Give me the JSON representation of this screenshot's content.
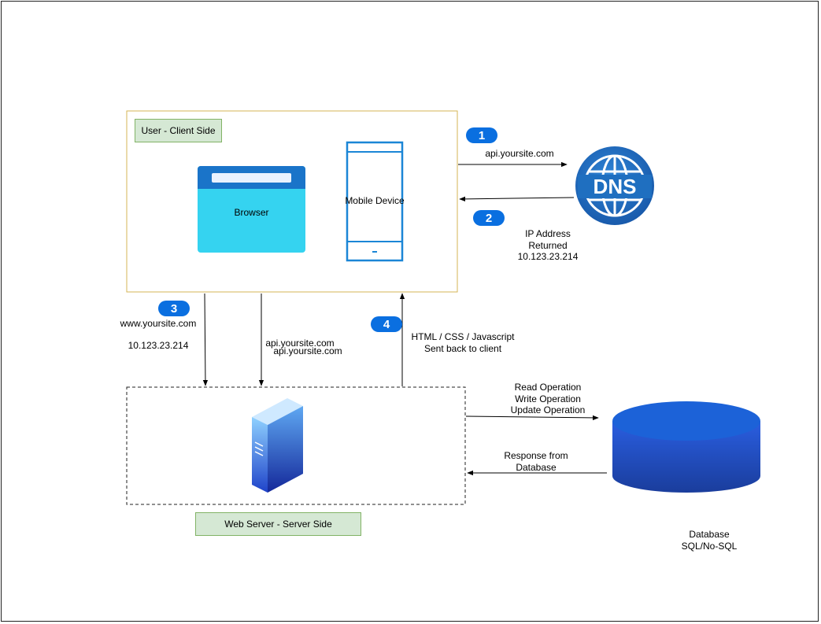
{
  "client": {
    "label": "User - Client Side",
    "browser_label": "Browser",
    "mobile_label": "Mobile Device"
  },
  "server": {
    "label": "Web Server - Server Side"
  },
  "dns": {
    "icon_text": "DNS"
  },
  "database": {
    "label": "Database\nSQL/No-SQL"
  },
  "steps": [
    {
      "number": "1",
      "text": "api.yoursite.com"
    },
    {
      "number": "2",
      "text": "IP Address\nReturned\n10.123.23.214"
    },
    {
      "number": "3",
      "text": "www.yoursite.com",
      "text2": "10.123.23.214"
    },
    {
      "number": "4",
      "text": "HTML / CSS / Javascript\nSent back to client"
    }
  ],
  "request_label_a": "api.yoursite.com",
  "request_label_b": "api.yoursite.com",
  "db_request_label": "Read Operation\nWrite Operation\nUpdate Operation",
  "db_response_label": "Response from\nDatabase",
  "colors": {
    "client_border": "#d6b656",
    "tag_fill": "#d5e8d4",
    "tag_border": "#82b366",
    "badge": "#0a6fe0",
    "browser_top": "#1a74c9",
    "browser_body": "#35d3f0",
    "phone_outline": "#1b86d6",
    "dns_globe": "#1f6fc0",
    "db_top": "#1c62d8",
    "db_side": "#1845b0"
  }
}
